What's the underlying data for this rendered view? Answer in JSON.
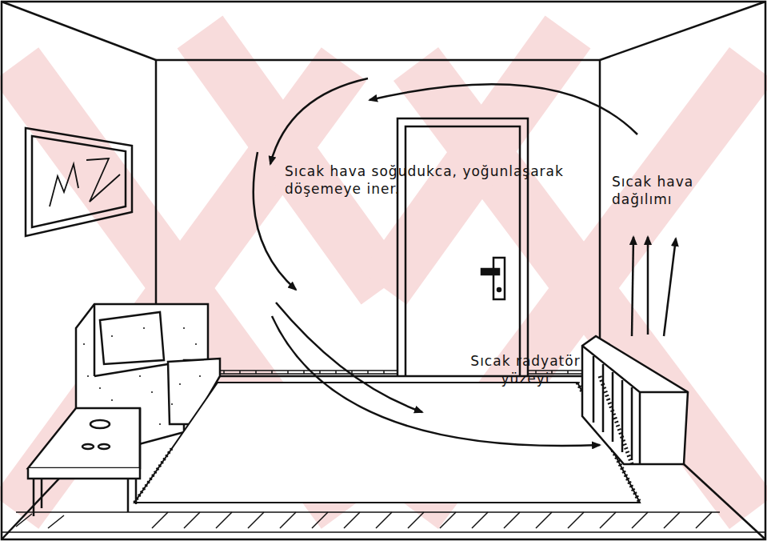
{
  "diagram": {
    "labels": [
      "Sıcak hava soğudukca, yoğunlaşarak döşemeye iner.",
      "Sıcak hava dağılımı",
      "Sıcak radyatör yüzeyi"
    ]
  }
}
